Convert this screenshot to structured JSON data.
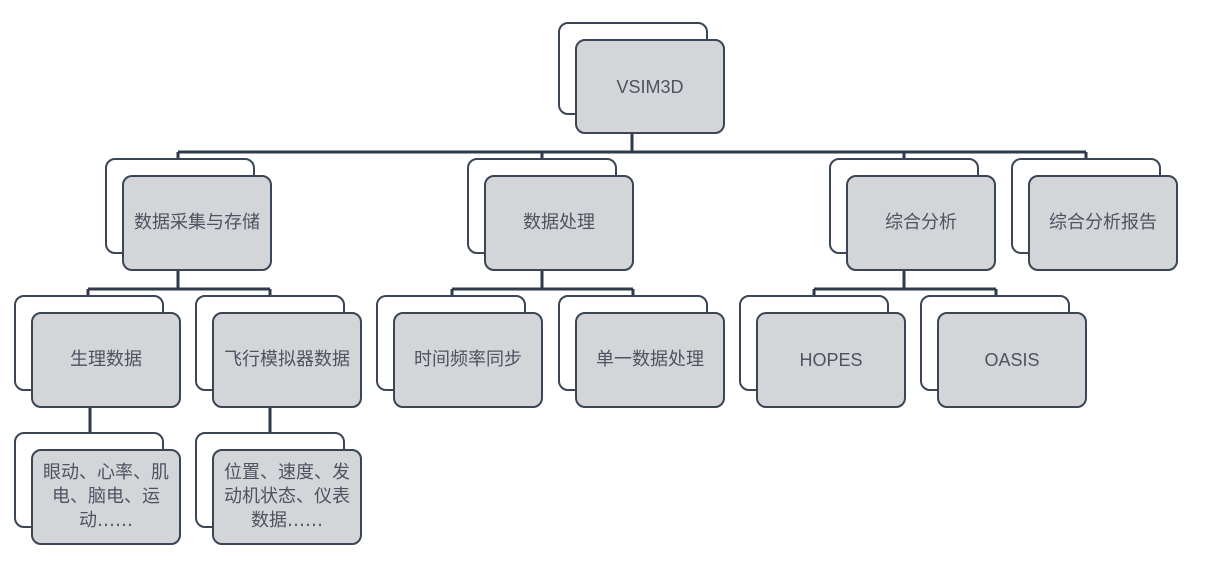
{
  "nodes": {
    "root": "VSIM3D",
    "data_collection": "数据采集与存储",
    "data_processing": "数据处理",
    "comprehensive_analysis": "综合分析",
    "analysis_report": "综合分析报告",
    "physiological_data": "生理数据",
    "flight_sim_data": "飞行模拟器数据",
    "time_freq_sync": "时间频率同步",
    "single_data_processing": "单一数据处理",
    "hopes": "HOPES",
    "oasis": "OASIS",
    "physio_detail": "眼动、心率、肌电、脑电、运动……",
    "flight_detail": "位置、速度、发动机状态、仪表数据……"
  },
  "colors": {
    "frame": "#3a4556",
    "fill": "#d4d5d8",
    "text": "#4d5360",
    "accent_text": "#c00000",
    "connector": "#2f3a4a"
  }
}
